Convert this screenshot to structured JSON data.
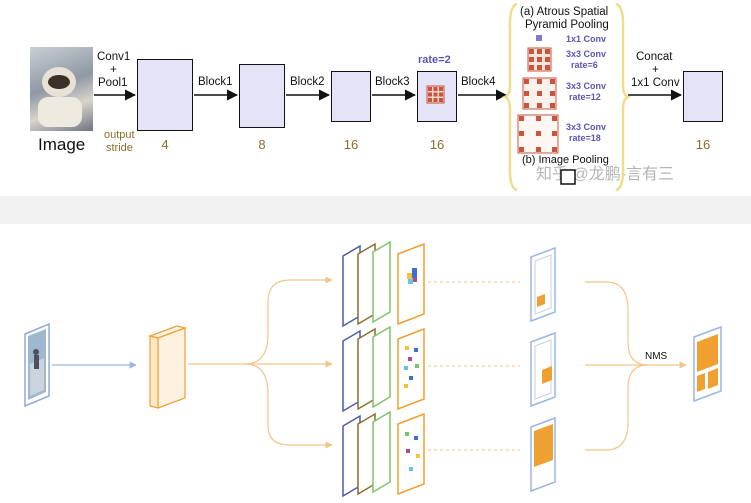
{
  "top_diagram": {
    "image_label": "Image",
    "conv1_pool1": [
      "Conv1",
      "+",
      "Pool1"
    ],
    "output_stride_label": [
      "output",
      "stride"
    ],
    "blocks": [
      "Block1",
      "Block2",
      "Block3",
      "Block4"
    ],
    "strides": [
      "4",
      "8",
      "16",
      "16",
      "16"
    ],
    "rate_label": "rate=2",
    "aspp_title": [
      "(a) Atrous Spatial",
      "Pyramid Pooling"
    ],
    "aspp_items": [
      {
        "conv": "1x1 Conv",
        "rate": ""
      },
      {
        "conv": "3x3 Conv",
        "rate": "rate=6"
      },
      {
        "conv": "3x3 Conv",
        "rate": "rate=12"
      },
      {
        "conv": "3x3 Conv",
        "rate": "rate=18"
      }
    ],
    "image_pooling_label": "(b) Image Pooling",
    "concat_label": [
      "Concat",
      "+",
      "1x1 Conv"
    ],
    "watermark": "知乎 @龙鹏-言有三"
  },
  "bottom_diagram": {
    "nms_label": "NMS"
  },
  "colors": {
    "block_fill": "#e5e3f7",
    "stride_text": "#8a6d2a",
    "aspp_text": "#5a55b8",
    "bracket": "#f0dc8a",
    "filter_red": "#c8553d",
    "orange": "#f0a030",
    "arrow_blue": "#9ab6e6",
    "arrow_orange": "#f3c58a"
  }
}
